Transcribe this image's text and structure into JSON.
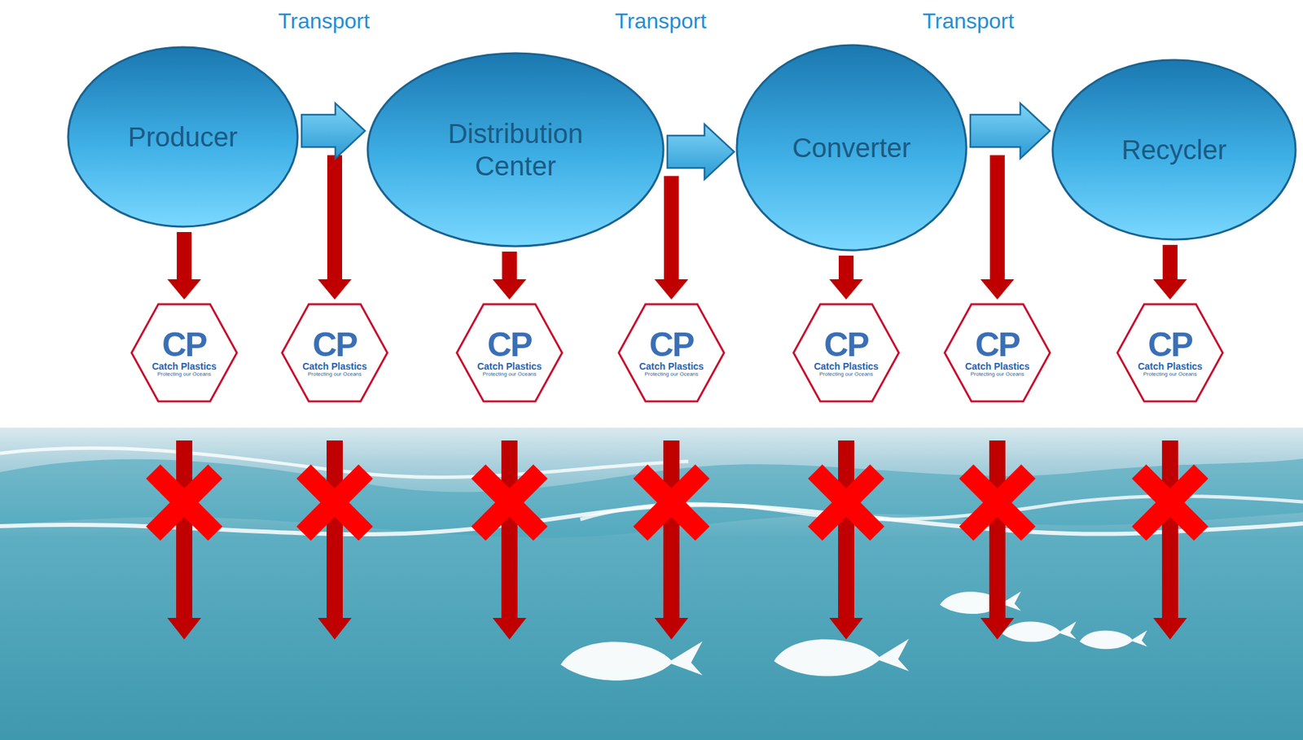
{
  "diagram": {
    "nodes": [
      {
        "text": [
          "Producer"
        ]
      },
      {
        "text": [
          "Distribution Center"
        ]
      },
      {
        "text": [
          "Converter"
        ]
      },
      {
        "text": [
          "Recycler"
        ]
      },
      {
        "text": [
          "CP",
          "Catch Plastics",
          "Protecting our Oceans"
        ]
      },
      {
        "text": [
          "CP",
          "Catch Plastics",
          "Protecting our Oceans"
        ]
      },
      {
        "text": [
          "CP",
          "Catch Plastics",
          "Protecting our Oceans"
        ]
      },
      {
        "text": [
          "CP",
          "Catch Plastics",
          "Protecting our Oceans"
        ]
      },
      {
        "text": [
          "CP",
          "Catch Plastics",
          "Protecting our Oceans"
        ]
      },
      {
        "text": [
          "CP",
          "Catch Plastics",
          "Protecting our Oceans"
        ]
      },
      {
        "text": [
          "CP",
          "Catch Plastics",
          "Protecting our Oceans"
        ]
      }
    ],
    "edges": [
      {
        "from": 0,
        "to": 1,
        "label": "Transport",
        "arrow": "to"
      },
      {
        "from": 1,
        "to": 2,
        "label": "Transport",
        "arrow": "to"
      },
      {
        "from": 2,
        "to": 3,
        "label": "Transport",
        "arrow": "to"
      },
      {
        "from": 0,
        "to": 4,
        "arrow": "to"
      },
      {
        "from": 1,
        "to": 6,
        "arrow": "to"
      },
      {
        "from": 2,
        "to": 8,
        "arrow": "to"
      },
      {
        "from": 3,
        "to": 10,
        "arrow": "to"
      }
    ]
  }
}
